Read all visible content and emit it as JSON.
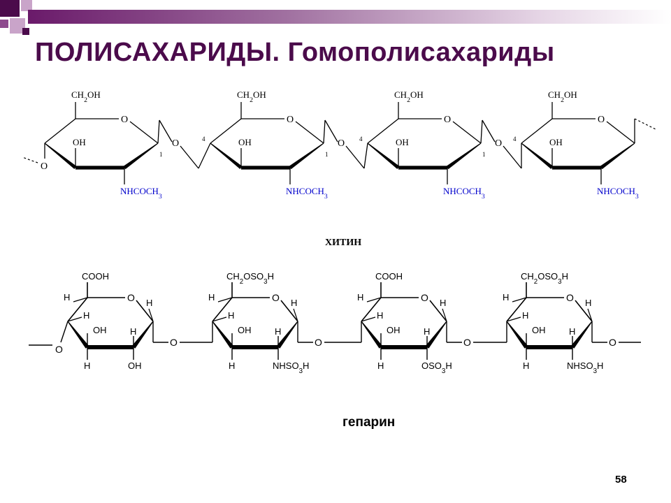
{
  "slide": {
    "title": "ПОЛИСАХАРИДЫ. Гомополисахариды",
    "page_number": "58",
    "colors": {
      "accent": "#4b0b4b",
      "bar_start": "#6a1a6a",
      "bar_end": "#ffffff",
      "amide_blue": "#0000cc"
    }
  },
  "chitin": {
    "caption": "ХИТИН",
    "units": [
      {
        "top": "CH2OH",
        "ring_o": "O",
        "oh": "OH",
        "bottom": "NHCOCH3",
        "c1": "1",
        "c4": ""
      },
      {
        "top": "CH2OH",
        "ring_o": "O",
        "oh": "OH",
        "bottom": "NHCOCH3",
        "c1": "1",
        "c4": "4"
      },
      {
        "top": "CH2OH",
        "ring_o": "O",
        "oh": "OH",
        "bottom": "NHCOCH3",
        "c1": "1",
        "c4": "4"
      },
      {
        "top": "CH2OH",
        "ring_o": "O",
        "oh": "OH",
        "bottom": "NHCOCH3",
        "c1": "",
        "c4": "4"
      }
    ],
    "bridge_o": "O"
  },
  "heparin": {
    "caption": "гепарин",
    "units": [
      {
        "top": "COOH",
        "c3_sub": "OH",
        "c2_sub": "OH",
        "o_label": "O"
      },
      {
        "top": "CH2OSO3H",
        "c3_sub": "OH",
        "c2_sub": "NHSO3H",
        "o_label": "O"
      },
      {
        "top": "COOH",
        "c3_sub": "OH",
        "c2_sub": "OSO3H",
        "o_label": "O"
      },
      {
        "top": "CH2OSO3H",
        "c3_sub": "OH",
        "c2_sub": "NHSO3H",
        "o_label": "O"
      }
    ],
    "h": "H",
    "bridge_o": "O"
  }
}
